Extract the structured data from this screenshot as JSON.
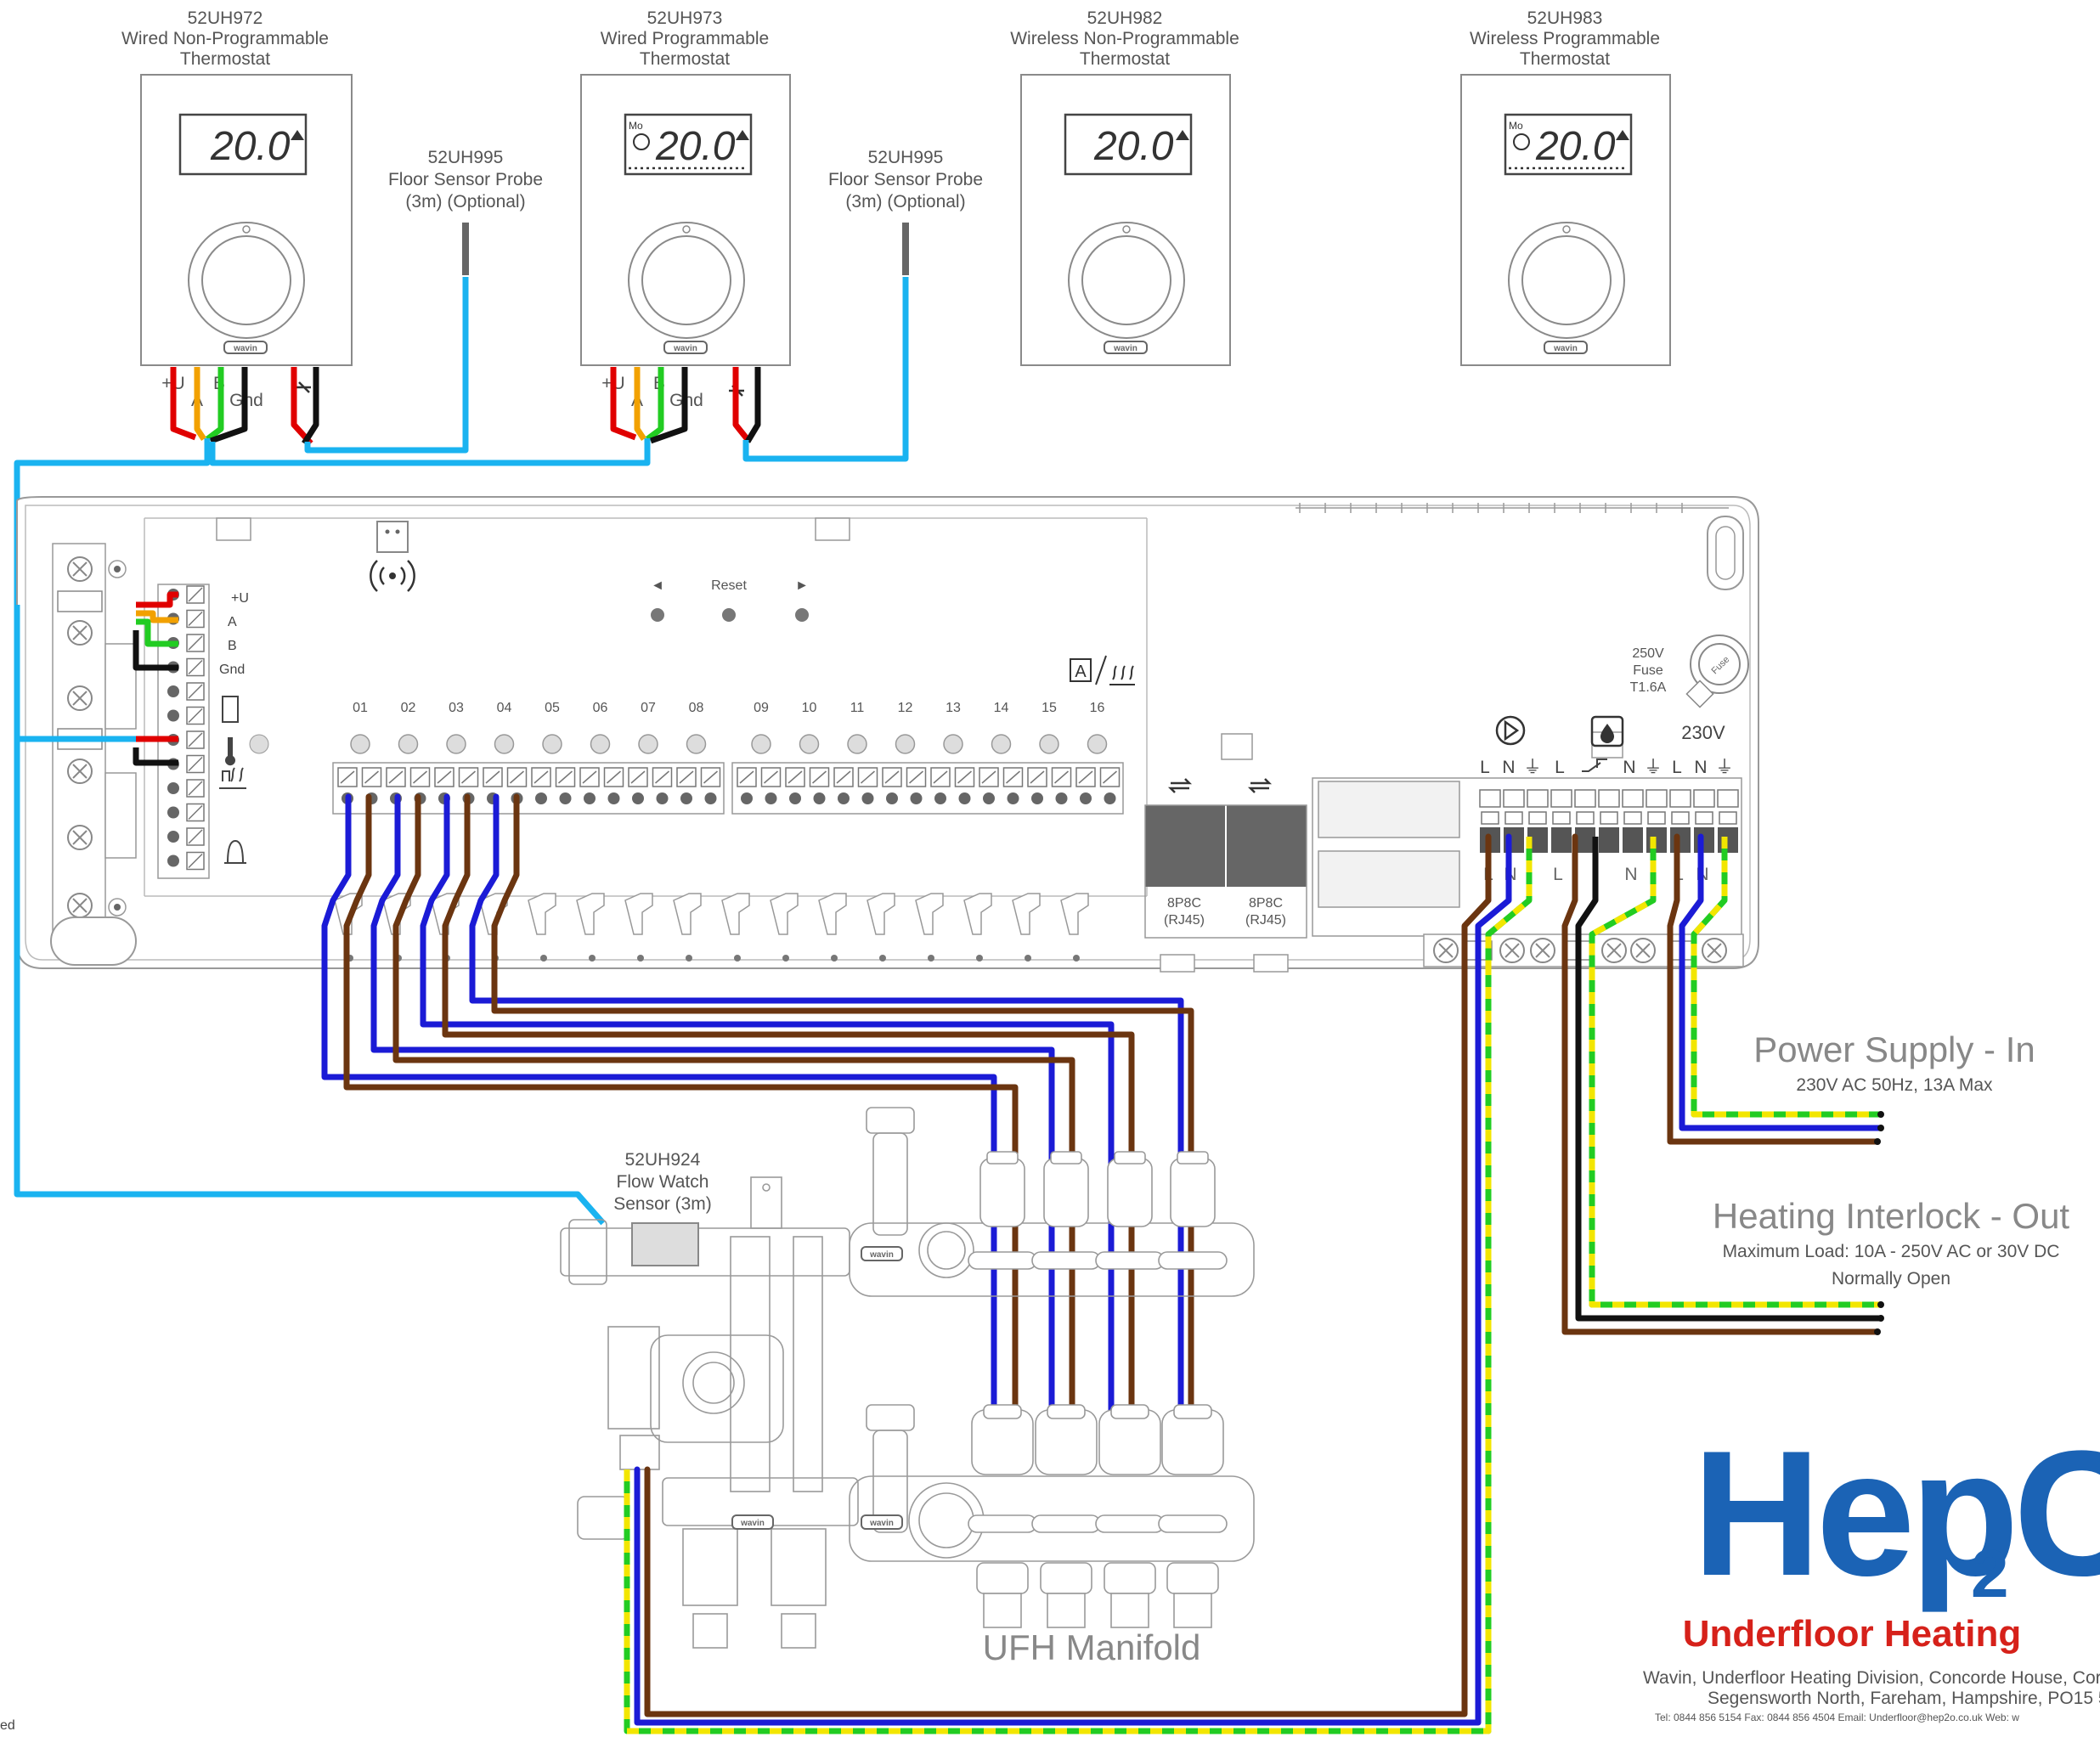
{
  "thermostats": [
    {
      "model": "52UH972",
      "line1": "Wired Non-Programmable",
      "line2": "Thermostat",
      "display": "20.0",
      "day": ""
    },
    {
      "model": "52UH973",
      "line1": "Wired Programmable",
      "line2": "Thermostat",
      "display": "20.0",
      "day": "Mo"
    },
    {
      "model": "52UH982",
      "line1": "Wireless Non-Programmable",
      "line2": "Thermostat",
      "display": "20.0",
      "day": ""
    },
    {
      "model": "52UH983",
      "line1": "Wireless Programmable",
      "line2": "Thermostat",
      "display": "20.0",
      "day": "Mo"
    }
  ],
  "brand_badge": "wavin",
  "floor_sensor": {
    "model": "52UH995",
    "line1": "Floor Sensor Probe",
    "line2": "(3m) (Optional)"
  },
  "bus_terminals": {
    "u": "+U",
    "a": "A",
    "b": "B",
    "gnd": "Gnd"
  },
  "controller": {
    "reset": "Reset",
    "left_arrow": "◄",
    "right_arrow": "►",
    "bus_labels": [
      "+U",
      "A",
      "B",
      "Gnd"
    ],
    "zones_left": [
      "01",
      "02",
      "03",
      "04",
      "05",
      "06",
      "07",
      "08"
    ],
    "zones_right": [
      "09",
      "10",
      "11",
      "12",
      "13",
      "14",
      "15",
      "16"
    ],
    "fuse": [
      "250V",
      "Fuse",
      "T1.6A"
    ],
    "fuse_cap": "Fuse",
    "mains_voltage": "230V",
    "pump_terminals": [
      "L",
      "N",
      "⏚"
    ],
    "boiler_terminals": [
      "L",
      "N",
      "⏚"
    ],
    "supply_terminals": [
      "L",
      "N",
      "⏚"
    ],
    "rj45_ports": [
      {
        "line1": "8P8C",
        "line2": "(RJ45)"
      },
      {
        "line1": "8P8C",
        "line2": "(RJ45)"
      }
    ],
    "bottom_terminal_labels": [
      "L",
      "N",
      "L",
      "N",
      "L",
      "N"
    ]
  },
  "flow_sensor": {
    "model": "52UH924",
    "line1": "Flow Watch",
    "line2": "Sensor (3m)"
  },
  "manifold": {
    "label": "UFH Manifold"
  },
  "power_supply": {
    "title": "Power Supply - In",
    "subtitle": "230V AC 50Hz, 13A Max"
  },
  "heating_interlock": {
    "title": "Heating Interlock - Out",
    "line1": "Maximum Load: 10A - 250V AC or 30V DC",
    "line2": "Normally Open"
  },
  "logo": {
    "wordmark": "Hep",
    "subscript": "2",
    "trailing": "C",
    "tagline": "Underfloor Heating"
  },
  "address": {
    "line1": "Wavin, Underfloor Heating Division, Concorde House, Cor",
    "line2": "Segensworth North, Fareham, Hampshire, PO15 5",
    "line3": "Tel: 0844 856 5154     Fax: 0844 856 4504     Email: Underfloor@hep2o.co.uk     Web: w"
  },
  "corner_text": "ed",
  "colors": {
    "wire_blue": "#1b1bd6",
    "wire_brown": "#6b3510",
    "wire_cyan": "#1ab3f0",
    "wire_green": "#22cc22",
    "wire_yellow": "#f2e600",
    "wire_red": "#e00000",
    "wire_orange": "#f2a100",
    "logo_blue": "#1b63b5",
    "logo_red": "#d6211a"
  }
}
